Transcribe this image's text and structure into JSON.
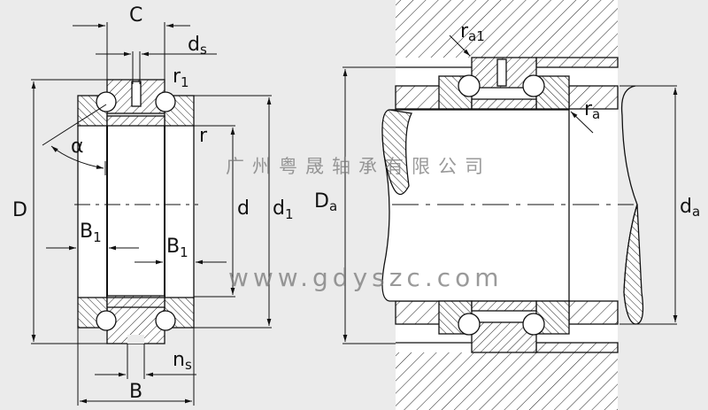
{
  "labels": {
    "C": "C",
    "ds": "d",
    "ds_sub": "s",
    "r1": "r",
    "r1_sub": "1",
    "r": "r",
    "alpha": "α",
    "D": "D",
    "d": "d",
    "d1": "d",
    "d1_sub": "1",
    "B1_left": "B",
    "B1_left_sub": "1",
    "B1_right": "B",
    "B1_right_sub": "1",
    "ns": "n",
    "ns_sub": "s",
    "B": "B",
    "Da": "D",
    "Da_sub": "a",
    "da": "d",
    "da_sub": "a",
    "ra1": "r",
    "ra1_sub": "a1",
    "ra": "r",
    "ra_sub": "a"
  },
  "watermark": {
    "company": "广州粤晟轴承有限公司",
    "url": "www.gdyszc.com"
  },
  "colors": {
    "background": "#ebebeb",
    "line": "#111111",
    "watermark": "#808080"
  }
}
